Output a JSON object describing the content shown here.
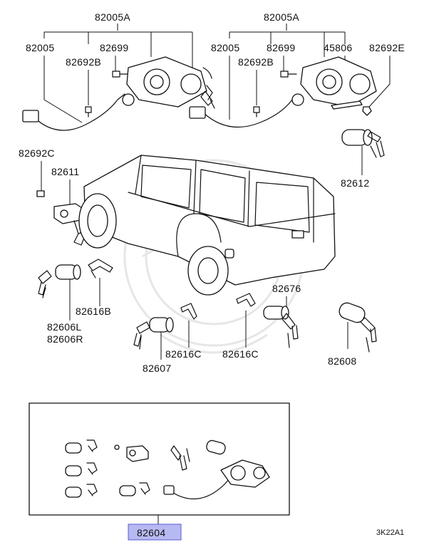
{
  "labels": {
    "p82005A_left": "82005A",
    "p82005_left": "82005",
    "p82699_left": "82699",
    "p82692B_left": "82692B",
    "p82005A_right": "82005A",
    "p82005_right": "82005",
    "p82699_right": "82699",
    "p45806": "45806",
    "p82692E": "82692E",
    "p82692B_right": "82692B",
    "p82692C": "82692C",
    "p82611": "82611",
    "p82612": "82612",
    "p82616B": "82616B",
    "p82606L": "82606L",
    "p82606R": "82606R",
    "p82676": "82676",
    "p82607": "82607",
    "p82616C_left": "82616C",
    "p82616C_right": "82616C",
    "p82608": "82608",
    "p82604": "82604"
  },
  "diagram_code": "3K22A1",
  "colors": {
    "highlight": "#b7b9f2",
    "ink": "#111111"
  }
}
